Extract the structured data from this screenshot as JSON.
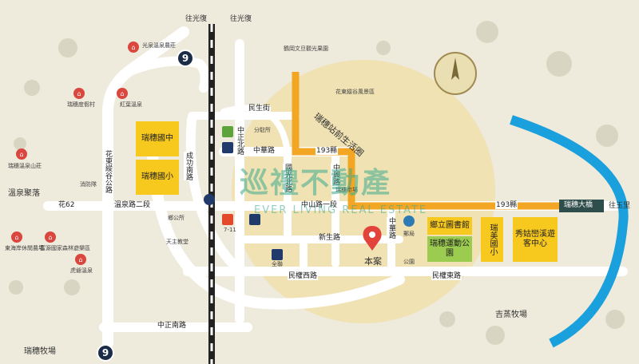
{
  "roads": {
    "zhongshan_n": "中山路一段",
    "minsheng": "民生街",
    "zhonghua": "中華路",
    "zhonghua2": "中華路",
    "county193": "193縣",
    "county193b": "193縣",
    "xinsheng": "新生路",
    "minquan_w": "民權西路",
    "minquan_e": "民權東路",
    "zhongzheng_s": "中正南路",
    "zhongzheng_n": "中正北路",
    "chenggong_s": "成功南路",
    "guoguang_n": "國光北路",
    "huadong": "花東縱谷公路",
    "wenquan": "溫泉路二段",
    "hua62": "花62",
    "wang_guang1": "往光復",
    "wang_guang2": "往光復",
    "wang_yuli": "往玉里",
    "ruisui_bridge": "瑞穗大橋",
    "zhongxing": "中興路",
    "zhonghua_v": "中華路",
    "station_area": "瑞穗站前生活圈"
  },
  "places": {
    "hot_spring": "溫泉聚落",
    "ruisui_ranch": "瑞穗牧場",
    "jixu_ranch": "吉蒸牧場",
    "xiuguluan": "秀姑巒溪遊客中心",
    "ruisui_jh": "瑞穗國中",
    "ruisui_es": "瑞穗國小",
    "ruimei_es": "瑞美國小",
    "township_library": "鄉立圖書館",
    "sports_park": "瑞穗運動公園",
    "this_case": "本案",
    "farm": "鶴岡文旦觀光果園",
    "tree_area": "花東縱谷風景區",
    "county_hall": "鄉公所",
    "police": "分駐所",
    "market": "瑞穗市場",
    "post": "郵局",
    "park": "公園",
    "hotel_a": "光泉溫泉農莊",
    "hotel_b": "瑞穗溫泉山莊",
    "hotel_c": "紅葉溫泉",
    "hotel_d": "瑞穗度假村",
    "hotel_e": "東海岸休閒農場",
    "hotel_f": "富源國家森林遊樂區",
    "hotel_g": "虎爺溫泉",
    "firestation": "消防隊",
    "seven": "7-11",
    "fumin": "全聯",
    "junior": "瑞穗國中",
    "school_b": "天主教堂"
  },
  "highway": {
    "top": "9",
    "bottom": "9"
  },
  "watermark": {
    "zh": "巡禮不動產",
    "en": "EVER LIVING REAL ESTATE"
  },
  "compass": "N",
  "colors": {
    "yellow": "#f7c81e",
    "green": "#9bcb4f",
    "blue": "#1aa0dc",
    "orange": "#f2a623",
    "road": "#ffffff"
  }
}
